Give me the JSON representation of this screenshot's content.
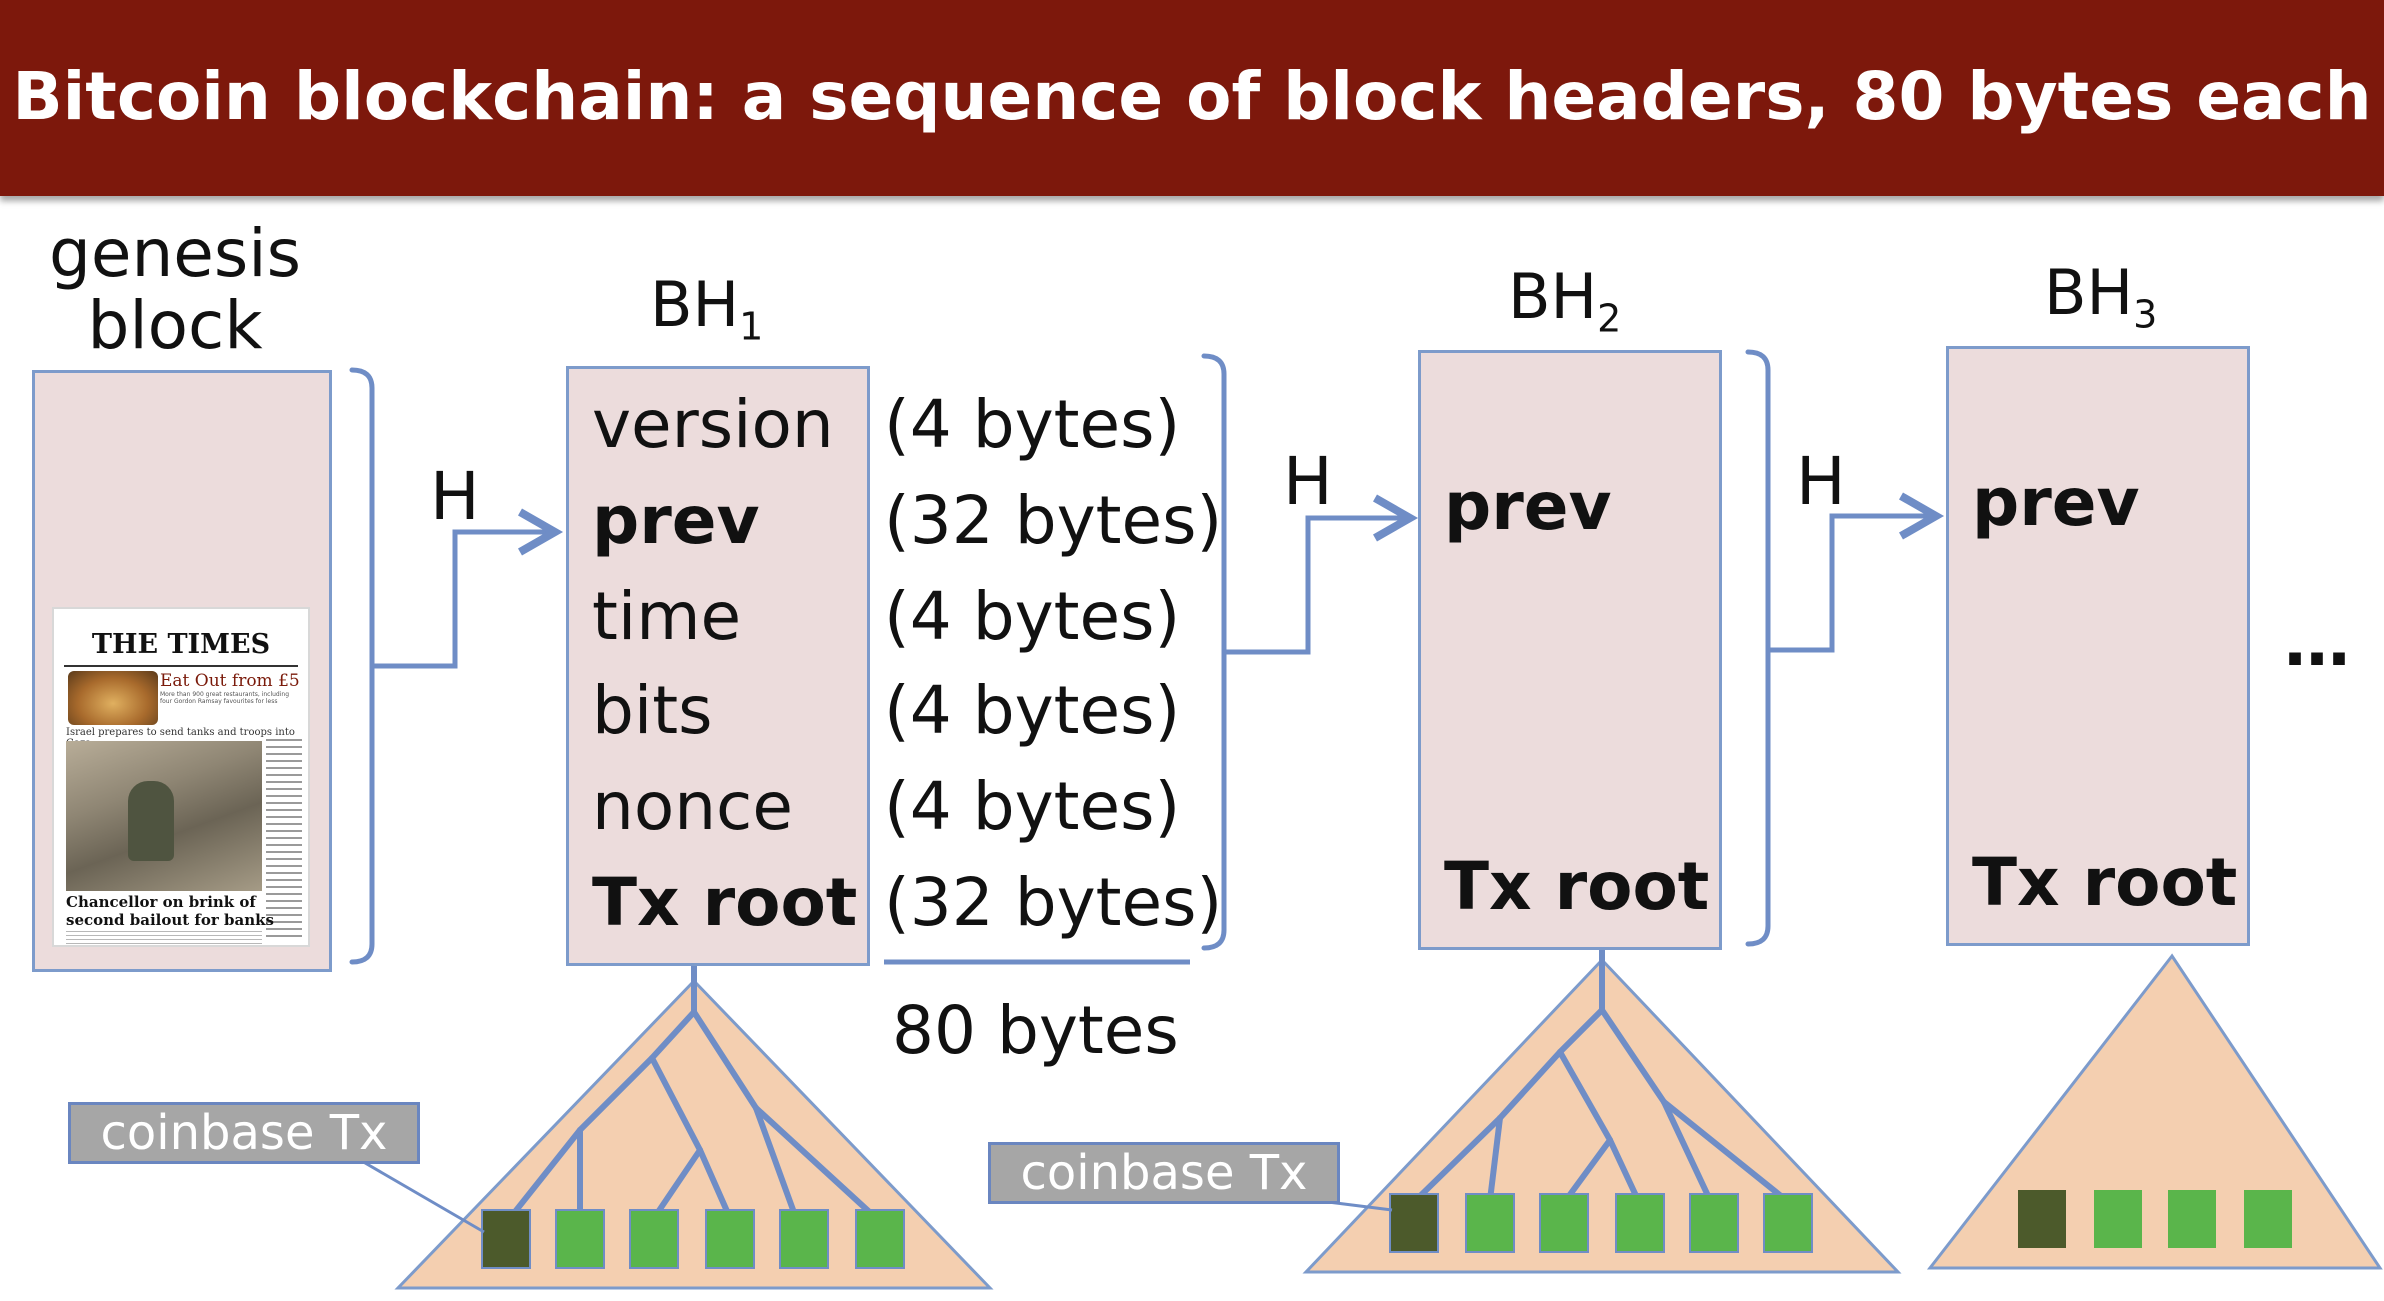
{
  "title": "Bitcoin blockchain:  a sequence of block headers, 80 bytes each",
  "genesis_label": [
    "genesis",
    "block"
  ],
  "newspaper": {
    "masthead": "THE TIMES",
    "ad_headline": "Eat Out from £5",
    "ad_subtext": "More than 900 great restaurants, including four Gordon Ramsay favourites for less",
    "subhead": "Israel prepares to send tanks and troops into Gaza",
    "headline": "Chancellor on brink of second bailout for banks",
    "colors": {
      "masthead": "#111111",
      "ad": "#7a1a0a"
    }
  },
  "hash_label": "H",
  "blocks": [
    {
      "name": "BH",
      "sub": "1"
    },
    {
      "name": "BH",
      "sub": "2"
    },
    {
      "name": "BH",
      "sub": "3"
    }
  ],
  "fields": [
    {
      "name": "version",
      "size": "(4 bytes)"
    },
    {
      "name": "prev",
      "size": "(32 bytes)"
    },
    {
      "name": "time",
      "size": "(4 bytes)"
    },
    {
      "name": "bits",
      "size": "(4 bytes)"
    },
    {
      "name": "nonce",
      "size": "(4 bytes)"
    },
    {
      "name": "Tx root",
      "size": "(32 bytes)"
    }
  ],
  "total_size": "80 bytes",
  "coinbase_label": "coinbase Tx",
  "ellipsis": "…",
  "colors": {
    "banner": "#7d180c",
    "box_fill": "#ecdcdc",
    "box_border": "#7d9bcb",
    "connector": "#6f8dc6",
    "tree_fill": "#f4cfb0",
    "leaf": "#5ab54b",
    "coinbase_leaf": "#4c5a2b",
    "label_bg": "#a6a6a6"
  }
}
